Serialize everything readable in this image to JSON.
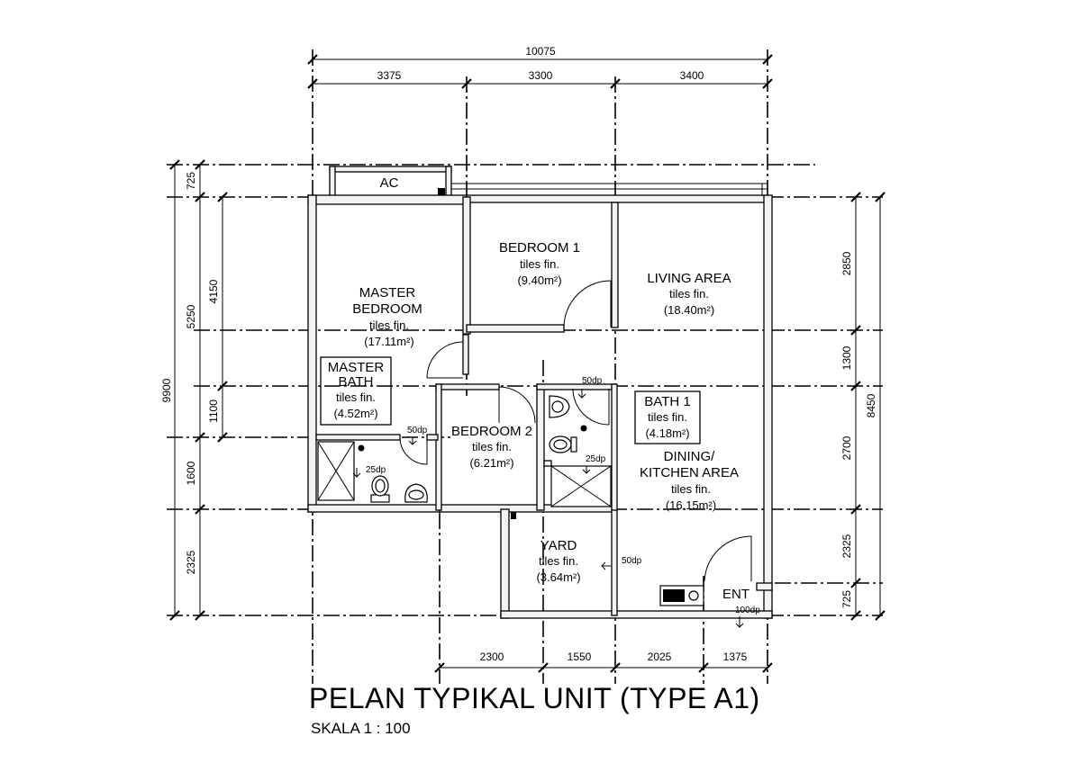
{
  "dimensions": {
    "top_total": "10075",
    "top": [
      "3375",
      "3300",
      "3400"
    ],
    "bottom": [
      "2300",
      "1550",
      "2025",
      "1375"
    ],
    "left_outer": "9900",
    "left_mid": [
      "725",
      "5250",
      "1600",
      "2325"
    ],
    "left_inner": [
      "4150",
      "1100"
    ],
    "right_inner": [
      "2850",
      "1300",
      "2700",
      "2325",
      "725"
    ],
    "right_outer": "8450"
  },
  "rooms": {
    "ac": {
      "name": "AC"
    },
    "master_bedroom": {
      "name1": "MASTER",
      "name2": "BEDROOM",
      "finish": "tiles fin.",
      "area": "(17.11m²)"
    },
    "bedroom1": {
      "name": "BEDROOM 1",
      "finish": "tiles fin.",
      "area": "(9.40m²)"
    },
    "living": {
      "name": "LIVING AREA",
      "finish": "tiles fin.",
      "area": "(18.40m²)"
    },
    "master_bath": {
      "name1": "MASTER",
      "name2": "BATH",
      "finish": "tiles fin.",
      "area": "(4.52m²)"
    },
    "bedroom2": {
      "name": "BEDROOM 2",
      "finish": "tiles fin.",
      "area": "(6.21m²)"
    },
    "bath1": {
      "name": "BATH 1",
      "finish": "tiles fin.",
      "area": "(4.18m²)"
    },
    "dining": {
      "name1": "DINING/",
      "name2": "KITCHEN AREA",
      "finish": "tiles fin.",
      "area": "(16.15m²)"
    },
    "yard": {
      "name": "YARD",
      "finish": "tiles fin.",
      "area": "(3.64m²)"
    },
    "entrance": {
      "name": "ENT"
    }
  },
  "levels": {
    "mb_bath": "50dp",
    "mb_shower": "25dp",
    "bath1_top": "50dp",
    "bath1_shower": "25dp",
    "yard": "50dp",
    "entrance": "100dp"
  },
  "title": "PELAN TYPIKAL UNIT (TYPE A1)",
  "scale": "SKALA 1 : 100"
}
